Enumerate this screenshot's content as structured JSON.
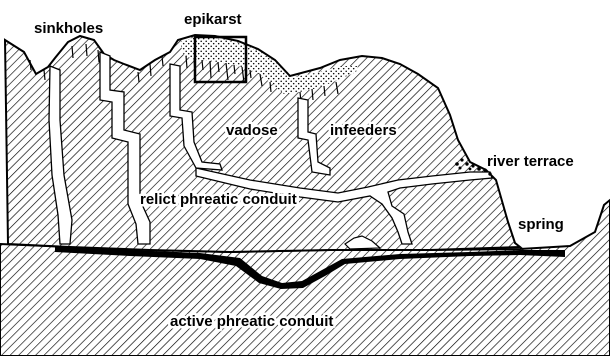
{
  "labels": {
    "sinkholes": "sinkholes",
    "epikarst": "epikarst",
    "vadose": "vadose",
    "infeeders": "infeeders",
    "river_terrace": "river terrace",
    "relict_conduit": "relict phreatic conduit",
    "spring": "spring",
    "active_conduit": "active phreatic conduit"
  }
}
